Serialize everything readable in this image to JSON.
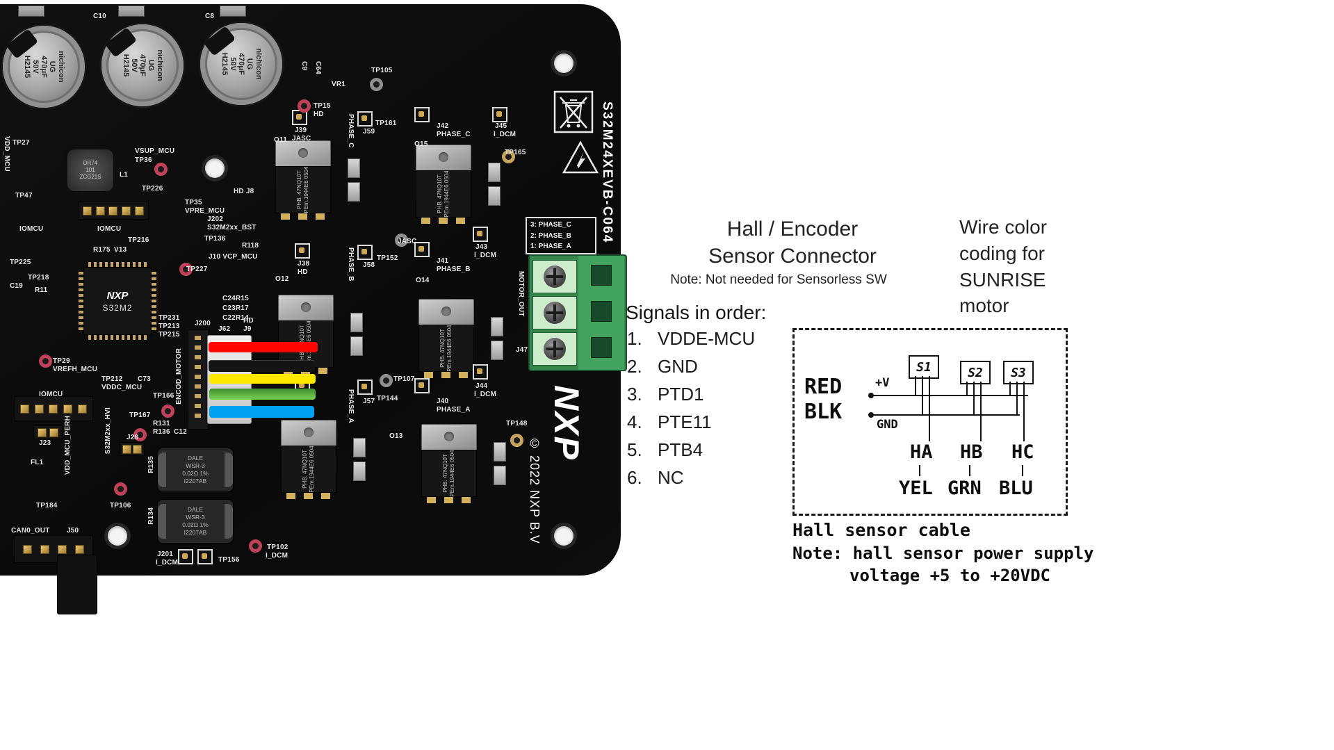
{
  "board": {
    "id": "S32M24XEVB-C064",
    "copyright": "© 2022 NXP B.V",
    "logo": "NXP",
    "mcu": {
      "brand": "NXP",
      "part": "S32M2"
    },
    "inductor": "DR74\n101\nZCG21S",
    "cap": "nichicon\nUG\n470μF\n50V\nH2145",
    "fet": "PHB. 47NQ10T PEm.1944E6 0504",
    "shunt": "DALE\nWSR-3\n0.02Ω   1%\nI2207AB",
    "phase_box": [
      "3: PHASE_C",
      "2: PHASE_B",
      "1: PHASE_A"
    ],
    "silk": {
      "c10": "C10",
      "c8": "C8",
      "c9": "C9",
      "c64": "C64",
      "vr1": "VR1",
      "tp105": "TP105",
      "tp15": "TP15",
      "hd": "HD",
      "j39": "J39",
      "jasc": "JASC",
      "phase_c": "PHASE_C",
      "j59": "J59",
      "tp161": "TP161",
      "j42": "J42",
      "j45": "J45",
      "i_dcm": "I_DCM",
      "tp165": "TP165",
      "o11": "O11",
      "o15": "O15",
      "tp27": "TP27",
      "vdd_mcu": "VDD_MCU",
      "tp47": "TP47",
      "vsup_mcu": "VSUP_MCU",
      "tp36": "TP36",
      "l1": "L1",
      "tp226": "TP226",
      "iomcu": "IOMCU",
      "tp35": "TP35",
      "vpre_mcu": "VPRE_MCU",
      "hd_j8": "HD J8",
      "j202": "J202",
      "s32m2xx_bst": "S32M2xx_BST",
      "tp136": "TP136",
      "r118": "R118",
      "tp216": "TP216",
      "r175": "R175",
      "v13": "V13",
      "j10": "J10 VCP_MCU",
      "tp227": "TP227",
      "tp225": "TP225",
      "tp218": "TP218",
      "c19": "C19",
      "r11": "R11",
      "phase_b": "PHASE_B",
      "j58": "J58",
      "tp152": "TP152",
      "j38": "J38",
      "j41": "J41",
      "j43": "J43",
      "o12": "O12",
      "o14": "O14",
      "motor_out": "MOTOR_OUT",
      "j47": "J47",
      "tp231": "TP231",
      "tp213": "TP213",
      "tp215": "TP215",
      "c24r15": "C24R15",
      "c23r17": "C23R17",
      "c22r14": "C22R14",
      "j200": "J200",
      "j62": "J62",
      "j9": "J9",
      "tp29": "TP29",
      "vrefh_mcu": "VREFH_MCU",
      "tp212": "TP212",
      "vddc_mcu": "VDDC_MCU",
      "c73": "C73",
      "tp166": "TP166",
      "encod_motor": "ENCOD_MOTOR",
      "tp167": "TP167",
      "r131": "R131",
      "r136": "R136",
      "c12": "C12",
      "j23": "J23",
      "j26": "J26",
      "s32m2xx_hvi": "S32M2xx_HVI",
      "vdd_mcu_perh": "VDD_MCU_PERH",
      "fl1": "FL1",
      "r135": "R135",
      "r134": "R134",
      "tp106": "TP106",
      "tp184": "TP184",
      "can0_out": "CAN0_OUT",
      "j50": "J50",
      "j201": "J201",
      "tp156": "TP156",
      "tp102": "TP102",
      "phase_a": "PHASE_A",
      "j57": "J57",
      "tp144": "TP144",
      "tp107": "TP107",
      "j40": "J40",
      "j44": "J44",
      "tp148": "TP148",
      "o13": "O13"
    }
  },
  "annotations": {
    "hall_title": "Hall / Encoder\nSensor Connector",
    "hall_note": "Note: Not needed for Sensorless SW",
    "signals_heading": "Signals in order:",
    "signals": [
      {
        "num": "1.",
        "label": "VDDE-MCU"
      },
      {
        "num": "2.",
        "label": "GND"
      },
      {
        "num": "3.",
        "label": "PTD1"
      },
      {
        "num": "4.",
        "label": "PTE11"
      },
      {
        "num": "5.",
        "label": "PTB4"
      },
      {
        "num": "6.",
        "label": "NC"
      }
    ],
    "wire_title": "Wire color\ncoding for\nSUNRISE\nmotor"
  },
  "diagram": {
    "red": "RED",
    "blk": "BLK",
    "plus_v": "+V",
    "gnd": "GND",
    "sensors": [
      "S1",
      "S2",
      "S3"
    ],
    "halls": [
      "HA",
      "HB",
      "HC"
    ],
    "colors": [
      "YEL",
      "GRN",
      "BLU"
    ],
    "cable": "Hall sensor cable",
    "note1": "Note: hall sensor power supply",
    "note2": "voltage +5 to +20VDC",
    "wire_hex": {
      "red": "#ff0600",
      "black": "#141414",
      "yellow": "#ffe800",
      "green": "#5cc23d",
      "blue": "#00a2f3"
    }
  }
}
